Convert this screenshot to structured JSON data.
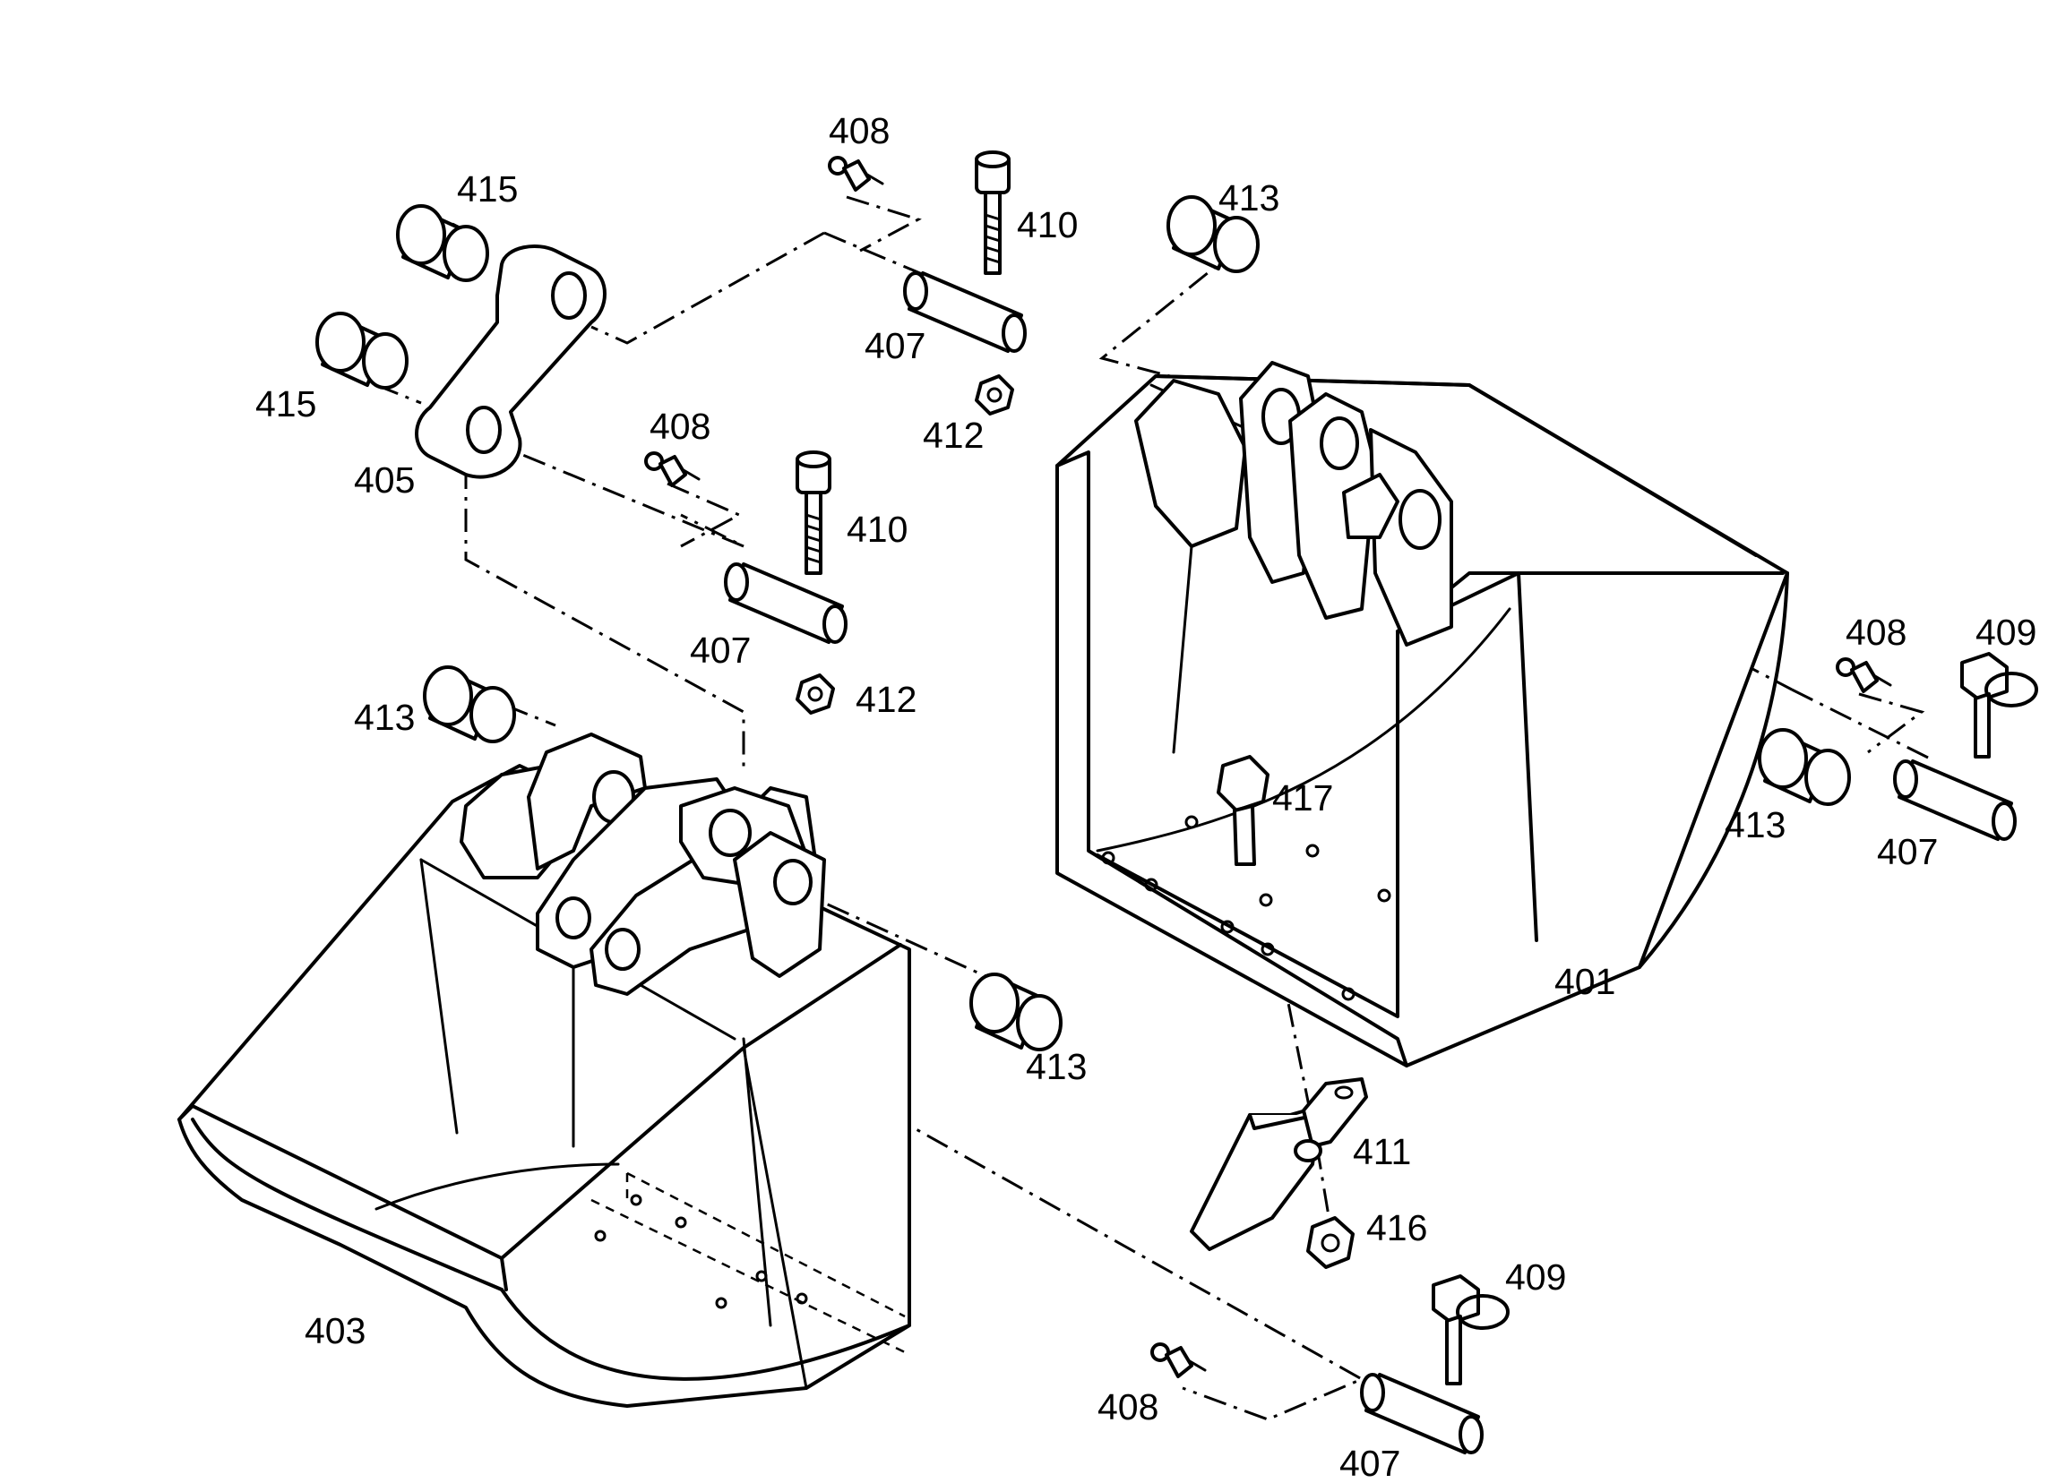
{
  "callouts": {
    "p401": "401",
    "p403": "403",
    "p405": "405",
    "p407_a": "407",
    "p407_b": "407",
    "p407_c": "407",
    "p407_d": "407",
    "p408_a": "408",
    "p408_b": "408",
    "p408_c": "408",
    "p408_d": "408",
    "p409_a": "409",
    "p409_b": "409",
    "p410_a": "410",
    "p410_b": "410",
    "p411": "411",
    "p412_a": "412",
    "p412_b": "412",
    "p413_a": "413",
    "p413_b": "413",
    "p413_c": "413",
    "p413_d": "413",
    "p415_a": "415",
    "p415_b": "415",
    "p416": "416",
    "p417": "417"
  }
}
